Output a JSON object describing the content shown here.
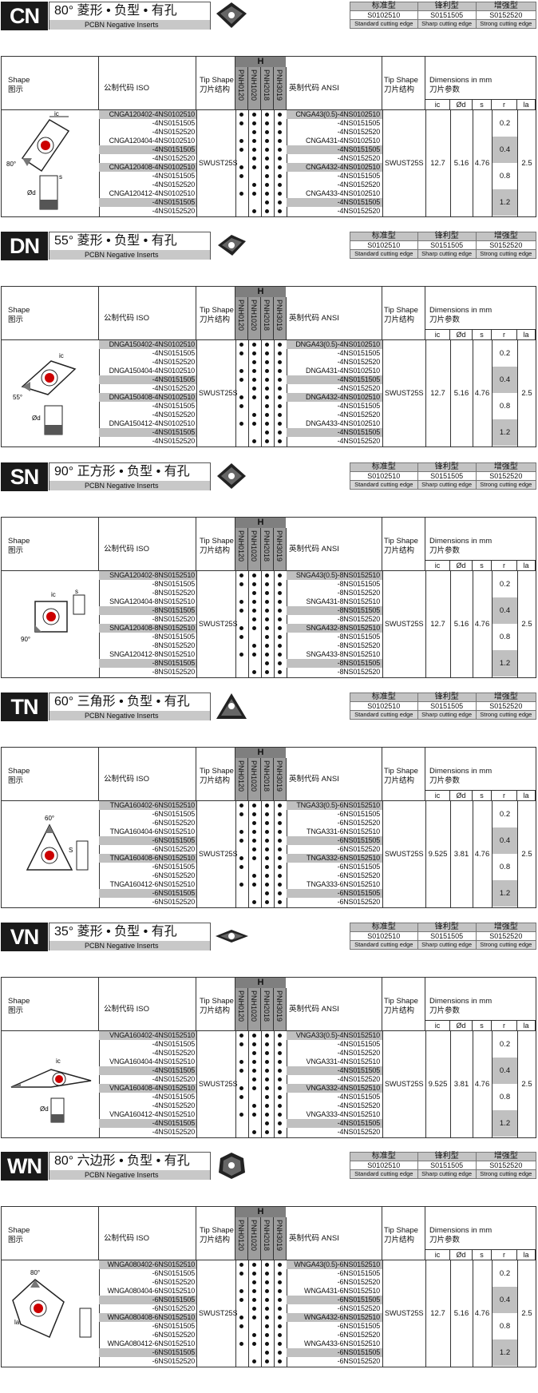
{
  "common": {
    "types_header": [
      "标准型",
      "锋利型",
      "增强型"
    ],
    "types_codes": [
      "S0102510",
      "S0151505",
      "S0152520"
    ],
    "types_desc": [
      "Standard cutting edge",
      "Sharp cutting edge",
      "Strong cutting edge"
    ],
    "subtitle": "PCBN Negative Inserts",
    "shape_en": "Shape",
    "shape_cn": "图示",
    "iso_label": "公制代码  ISO",
    "tip_en": "Tip Shape",
    "tip_cn": "刀片结构",
    "h_label": "H",
    "grades": [
      "PNH0120",
      "PNH1020",
      "PNH2018",
      "PNH3019"
    ],
    "ansi_label": "英制代码  ANSI",
    "dim_en": "Dimensions in mm",
    "dim_cn": "刀片参数",
    "dim_cols": [
      "ic",
      "Ød",
      "s",
      "r",
      "la"
    ],
    "r_values": [
      "0.2",
      "0.4",
      "0.8",
      "1.2"
    ],
    "la": "2.5"
  },
  "sections": [
    {
      "code": "CN",
      "title": "80°  菱形 • 负型 • 有孔",
      "tip": "SWUST25S",
      "ic": "12.7",
      "d": "5.16",
      "s": "4.76",
      "iso": [
        "CNGA120402-4NS0102510",
        "-4NS0151505",
        "-4NS0152520",
        "CNGA120404-4NS0102510",
        "-4NS0151505",
        "-4NS0152520",
        "CNGA120408-4NS0102510",
        "-4NS0151505",
        "-4NS0152520",
        "CNGA120412-4NS0102510",
        "-4NS0151505",
        "-4NS0152520"
      ],
      "ansi": [
        "CNGA43(0.5)-4NS0102510",
        "-4NS0151505",
        "-4NS0152520",
        "CNGA431-4NS0102510",
        "-4NS0151505",
        "-4NS0152520",
        "CNGA432-4NS0102510",
        "-4NS0151505",
        "-4NS0152520",
        "CNGA433-4NS0102510",
        "-4NS0151505",
        "-4NS0152520"
      ]
    },
    {
      "code": "DN",
      "title": "55°  菱形 • 负型 • 有孔",
      "tip": "SWUST25S",
      "ic": "12.7",
      "d": "5.16",
      "s": "4.76",
      "iso": [
        "DNGA150402-4NS0102510",
        "-4NS0151505",
        "-4NS0152520",
        "DNGA150404-4NS0102510",
        "-4NS0151505",
        "-4NS0152520",
        "DNGA150408-4NS0102510",
        "-4NS0151505",
        "-4NS0152520",
        "DNGA150412-4NS0102510",
        "-4NS0151505",
        "-4NS0152520"
      ],
      "ansi": [
        "DNGA43(0.5)-4NS0102510",
        "-4NS0151505",
        "-4NS0152520",
        "DNGA431-4NS0102510",
        "-4NS0151505",
        "-4NS0152520",
        "DNGA432-4NS0102510",
        "-4NS0151505",
        "-4NS0152520",
        "DNGA433-4NS0102510",
        "-4NS0151505",
        "-4NS0152520"
      ]
    },
    {
      "code": "SN",
      "title": "90°  正方形 • 负型 • 有孔",
      "tip": "SWUST25S",
      "ic": "12.7",
      "d": "5.16",
      "s": "4.76",
      "iso": [
        "SNGA120402-8NS0152510",
        "-8NS0151505",
        "-8NS0152520",
        "SNGA120404-8NS0152510",
        "-8NS0151505",
        "-8NS0152520",
        "SNGA120408-8NS0152510",
        "-8NS0151505",
        "-8NS0152520",
        "SNGA120412-8NS0152510",
        "-8NS0151505",
        "-8NS0152520"
      ],
      "ansi": [
        "SNGA43(0.5)-8NS0152510",
        "-8NS0151505",
        "-8NS0152520",
        "SNGA431-8NS0152510",
        "-8NS0151505",
        "-8NS0152520",
        "SNGA432-8NS0152510",
        "-8NS0151505",
        "-8NS0152520",
        "SNGA433-8NS0152510",
        "-8NS0151505",
        "-8NS0152520"
      ]
    },
    {
      "code": "TN",
      "title": "60°  三角形 • 负型 • 有孔",
      "tip": "SWUST25S",
      "ic": "9.525",
      "d": "3.81",
      "s": "4.76",
      "iso": [
        "TNGA160402-6NS0152510",
        "-6NS0151505",
        "-6NS0152520",
        "TNGA160404-6NS0152510",
        "-6NS0151505",
        "-6NS0152520",
        "TNGA160408-6NS0152510",
        "-6NS0151505",
        "-6NS0152520",
        "TNGA160412-6NS0152510",
        "-6NS0151505",
        "-6NS0152520"
      ],
      "ansi": [
        "TNGA33(0.5)-6NS0152510",
        "-6NS0151505",
        "-6NS0152520",
        "TNGA331-6NS0152510",
        "-6NS0151505",
        "-6NS0152520",
        "TNGA332-6NS0152510",
        "-6NS0151505",
        "-6NS0152520",
        "TNGA333-6NS0152510",
        "-6NS0151505",
        "-6NS0152520"
      ]
    },
    {
      "code": "VN",
      "title": "35°  菱形 • 负型 • 有孔",
      "tip": "SWUST25S",
      "ic": "9.525",
      "d": "3.81",
      "s": "4.76",
      "iso": [
        "VNGA160402-4NS0152510",
        "-4NS0151505",
        "-4NS0152520",
        "VNGA160404-4NS0152510",
        "-4NS0151505",
        "-4NS0152520",
        "VNGA160408-4NS0152510",
        "-4NS0151505",
        "-4NS0152520",
        "VNGA160412-4NS0152510",
        "-4NS0151505",
        "-4NS0152520"
      ],
      "ansi": [
        "VNGA33(0.5)-4NS0152510",
        "-4NS0151505",
        "-4NS0152520",
        "VNGA331-4NS0152510",
        "-4NS0151505",
        "-4NS0152520",
        "VNGA332-4NS0152510",
        "-4NS0151505",
        "-4NS0152520",
        "VNGA333-4NS0152510",
        "-4NS0151505",
        "-4NS0152520"
      ]
    },
    {
      "code": "WN",
      "title": "80°  六边形 • 负型 • 有孔",
      "tip": "SWUST25S",
      "ic": "12.7",
      "d": "5.16",
      "s": "4.76",
      "iso": [
        "WNGA080402-6NS0152510",
        "-6NS0151505",
        "-6NS0152520",
        "WNGA080404-6NS0152510",
        "-6NS0151505",
        "-6NS0152520",
        "WNGA080408-6NS0152510",
        "-6NS0151505",
        "-6NS0152520",
        "WNGA080412-6NS0152510",
        "-6NS0151505",
        "-6NS0152520"
      ],
      "ansi": [
        "WNGA43(0.5)-6NS0152510",
        "-6NS0151505",
        "-6NS0152520",
        "WNGA431-6NS0152510",
        "-6NS0151505",
        "-6NS0152520",
        "WNGA432-6NS0152510",
        "-6NS0151505",
        "-6NS0152520",
        "WNGA433-6NS0152510",
        "-6NS0151505",
        "-6NS0152520"
      ]
    }
  ]
}
